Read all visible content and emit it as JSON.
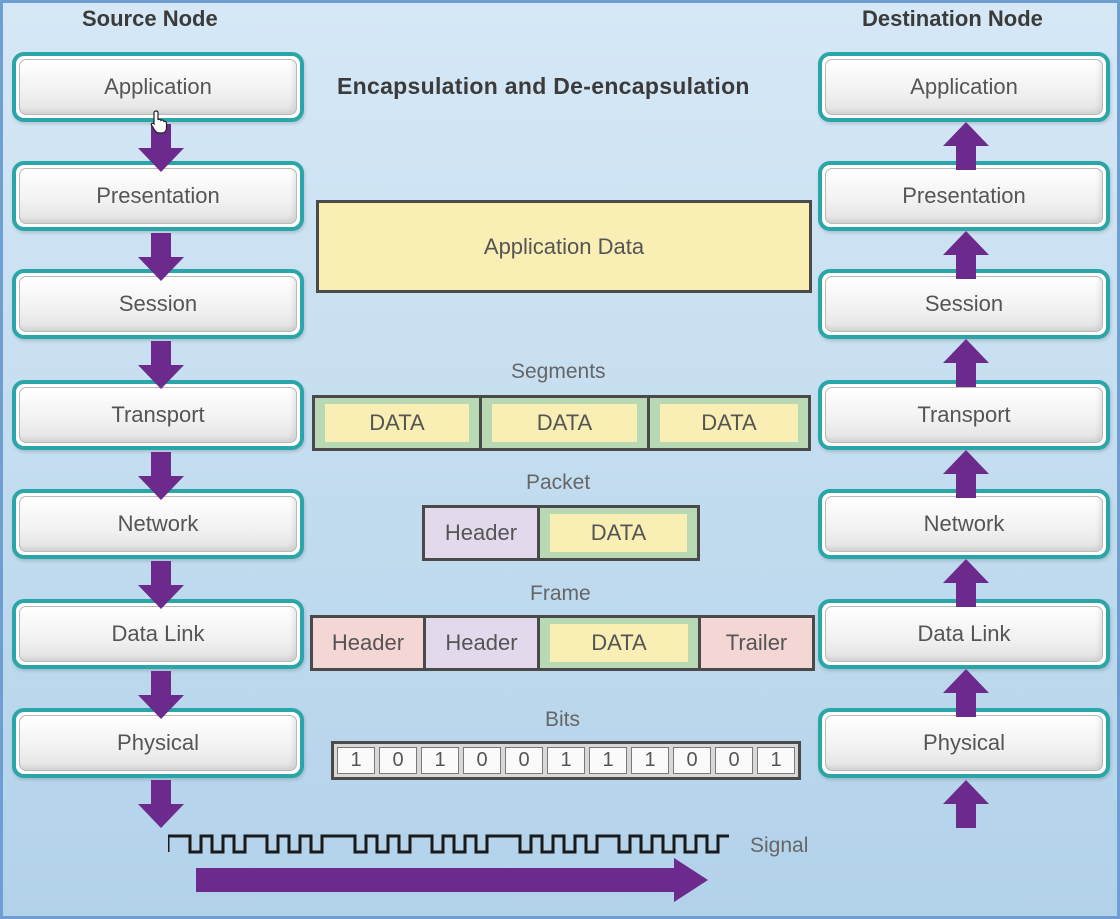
{
  "source_node": {
    "title": "Source Node",
    "layers": [
      "Application",
      "Presentation",
      "Session",
      "Transport",
      "Network",
      "Data Link",
      "Physical"
    ]
  },
  "destination_node": {
    "title": "Destination Node",
    "layers": [
      "Application",
      "Presentation",
      "Session",
      "Transport",
      "Network",
      "Data Link",
      "Physical"
    ]
  },
  "center": {
    "title": "Encapsulation and De-encapsulation",
    "application_data": "Application Data",
    "segments": {
      "label": "Segments",
      "blocks": [
        "DATA",
        "DATA",
        "DATA"
      ]
    },
    "packet": {
      "label": "Packet",
      "header": "Header",
      "data": "DATA"
    },
    "frame": {
      "label": "Frame",
      "header1": "Header",
      "header2": "Header",
      "data": "DATA",
      "trailer": "Trailer"
    },
    "bits": {
      "label": "Bits",
      "values": [
        "1",
        "0",
        "1",
        "0",
        "0",
        "1",
        "1",
        "1",
        "0",
        "0",
        "1"
      ]
    },
    "signal_label": "Signal"
  },
  "colors": {
    "layer_border": "#2aa6a8",
    "arrow": "#6b2a8c",
    "data_yellow": "#f9eeb3",
    "data_green_edge": "#b9d8b4",
    "header_purple": "#e2daec",
    "header_red": "#f4d6d4"
  }
}
